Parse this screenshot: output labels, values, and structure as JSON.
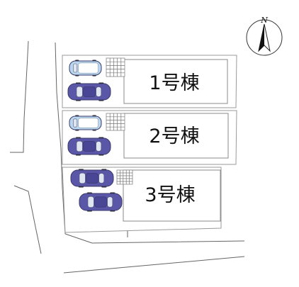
{
  "compass": {
    "label": "N",
    "icon": "north-arrow-icon"
  },
  "buildings": [
    {
      "label": "1号棟"
    },
    {
      "label": "2号棟"
    },
    {
      "label": "3号棟"
    }
  ],
  "colors": {
    "car_sedan": "#5a56a8",
    "car_van": "#b9d7ee",
    "line": "#666666"
  },
  "icons": [
    "north-arrow-icon",
    "sedan-car-icon",
    "van-car-icon",
    "bicycle-parking-icon"
  ]
}
